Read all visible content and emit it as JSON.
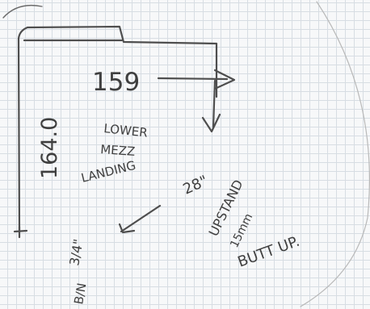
{
  "dimensions": {
    "width_label": "159",
    "height_label": "164.0",
    "side_dim_label": "28\"",
    "bottom_dim_label": "3/4\""
  },
  "labels": {
    "area_line1": "LOWER",
    "area_line2": "MEZZ",
    "area_line3": "LANDING",
    "upstand_line1": "UPSTAND",
    "upstand_line2": "15mm",
    "upstand_line3": "BUTT UP.",
    "bottom_note": "B/N"
  },
  "colors": {
    "pencil": "#4e4e4e",
    "grid": "#d7dde3",
    "paper": "#f7f8f9"
  }
}
